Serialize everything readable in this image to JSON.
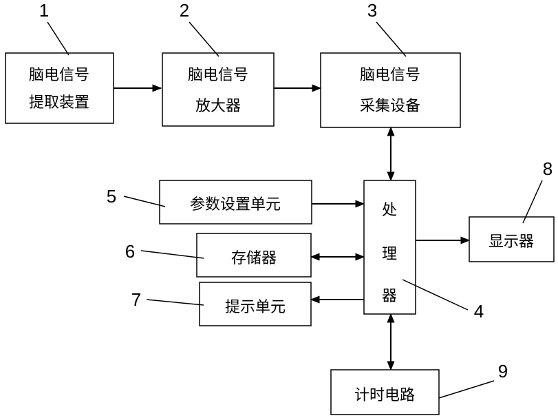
{
  "blocks": {
    "extract": [
      "脑电信号",
      "提取装置"
    ],
    "amplifier": [
      "脑电信号",
      "放大器"
    ],
    "acquire": [
      "脑电信号",
      "采集设备"
    ],
    "param": [
      "参数设置单元"
    ],
    "storage": [
      "存储器"
    ],
    "prompt": [
      "提示单元"
    ],
    "processor": [
      "处",
      "理",
      "器"
    ],
    "display": [
      "显示器"
    ],
    "timer": [
      "计时电路"
    ]
  },
  "numbers": {
    "n1": "1",
    "n2": "2",
    "n3": "3",
    "n4": "4",
    "n5": "5",
    "n6": "6",
    "n7": "7",
    "n8": "8",
    "n9": "9"
  }
}
